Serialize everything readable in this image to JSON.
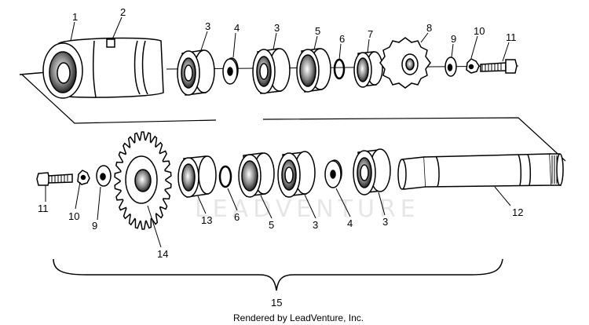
{
  "callouts": {
    "c1": "1",
    "c2": "2",
    "c3a": "3",
    "c4a": "4",
    "c3b": "3",
    "c5a": "5",
    "c6a": "6",
    "c7": "7",
    "c8": "8",
    "c9a": "9",
    "c10a": "10",
    "c11a": "11",
    "c11b": "11",
    "c10b": "10",
    "c9b": "9",
    "c14": "14",
    "c13": "13",
    "c6b": "6",
    "c5b": "5",
    "c3c": "3",
    "c4b": "4",
    "c3d": "3",
    "c12": "12",
    "c15": "15"
  },
  "watermark": "LEADVENTURE",
  "footer": {
    "credit": "Rendered by LeadVenture, Inc."
  }
}
